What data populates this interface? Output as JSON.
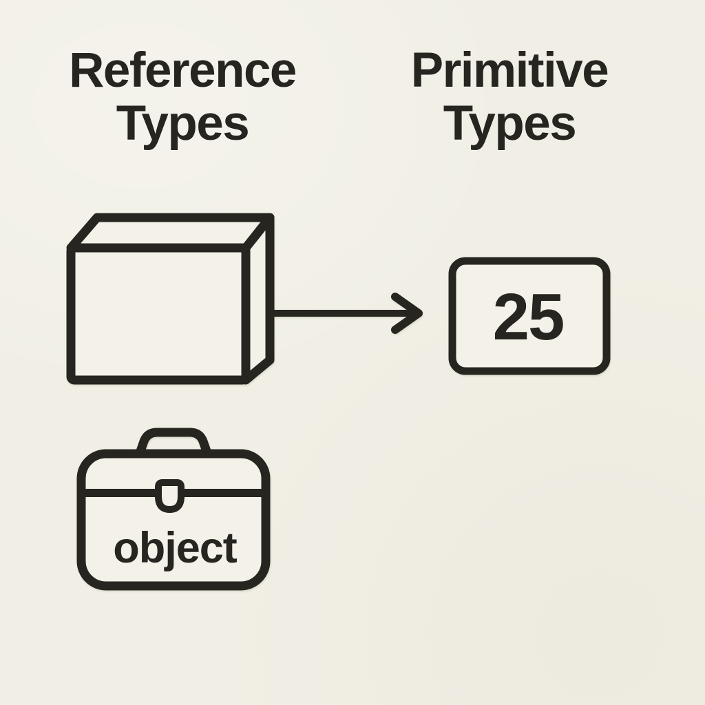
{
  "canvas": {
    "background_color": "#f1efe5",
    "ink_color": "#26251f"
  },
  "headers": {
    "reference_title": "Reference Types",
    "primitive_title": "Primitive Types"
  },
  "reference_column": {
    "box_icon": "cube-3d-icon",
    "object_icon": "briefcase-icon",
    "object_label": "object"
  },
  "primitive_column": {
    "value": "25"
  },
  "connector": {
    "icon": "arrow-right-icon",
    "direction": "right"
  }
}
